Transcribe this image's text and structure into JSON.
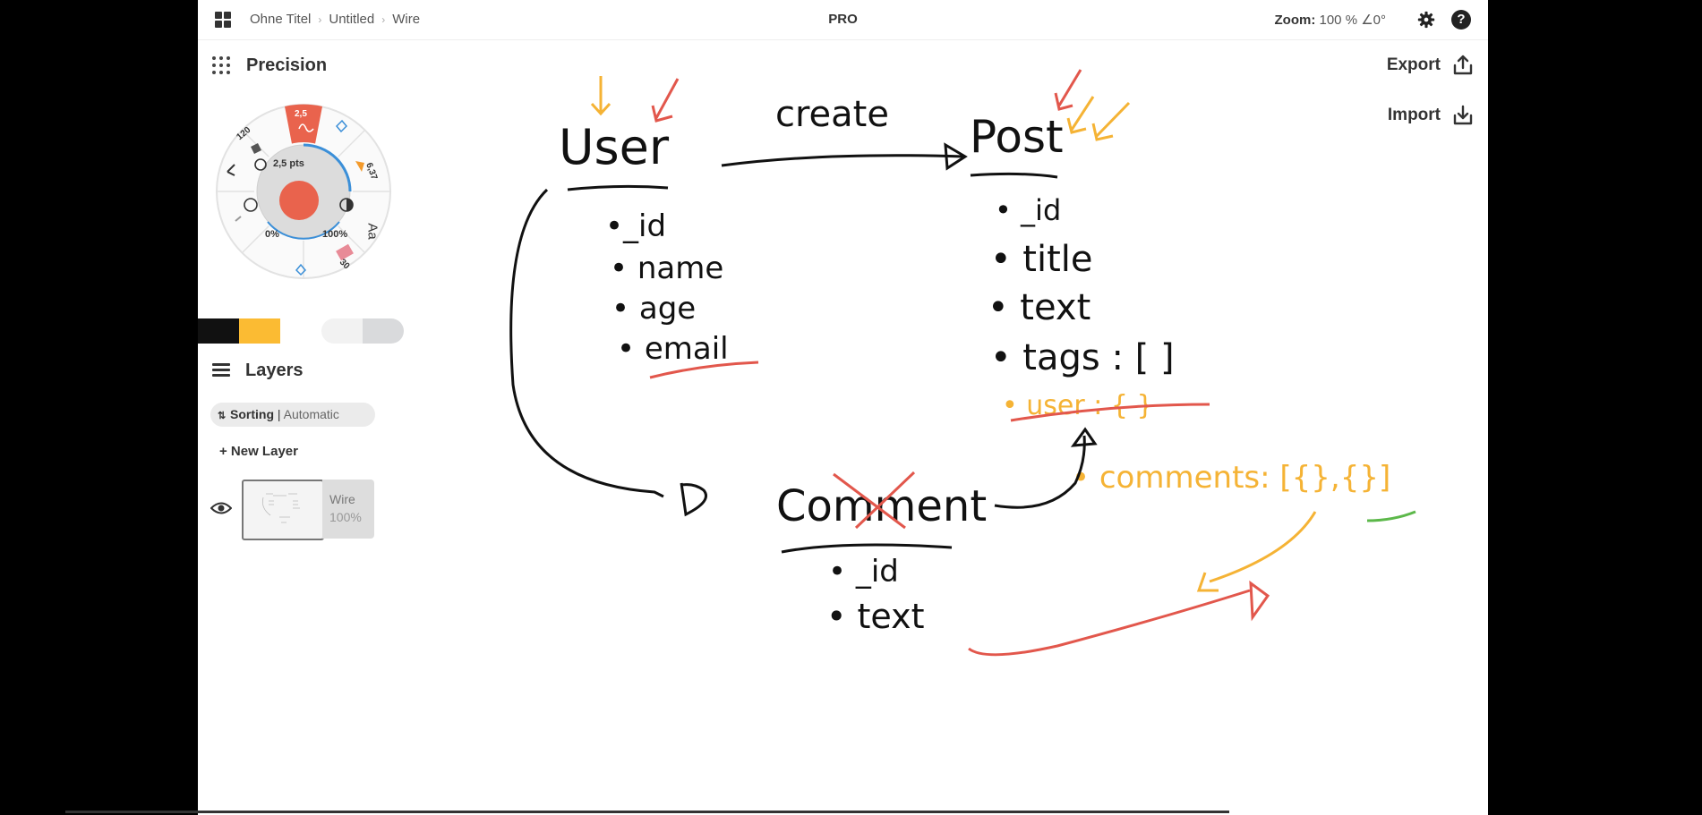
{
  "topbar": {
    "breadcrumbs": [
      "Ohne Titel",
      "Untitled",
      "Wire"
    ],
    "center_label": "PRO",
    "zoom_label": "Zoom:",
    "zoom_value": "100 % ∠0°"
  },
  "panel": {
    "precision_label": "Precision",
    "wheel": {
      "top_size": "2,5",
      "left_size": "120",
      "right_size": "6,37",
      "bottom_size": "30",
      "brush_size": "2,5 pts",
      "opacity_min": "0%",
      "opacity_max": "100%",
      "text_tool_label": "Aa",
      "active_color": "#e9634d"
    },
    "swatches": [
      "#111111",
      "#fbbb33",
      "#f2f2f2",
      "#d9dadc"
    ],
    "layers_label": "Layers",
    "sorting_label": "Sorting",
    "sorting_mode": "Automatic",
    "new_layer_label": "+ New Layer",
    "layer": {
      "name": "Wire",
      "opacity": "100%"
    }
  },
  "actions": {
    "export_label": "Export",
    "import_label": "Import"
  },
  "sketch": {
    "user_title": "User",
    "user_fields": [
      "•_id",
      "• name",
      "• age",
      "• email"
    ],
    "create_label": "create",
    "post_title": "Post",
    "post_fields": [
      "• _id",
      "• title",
      "• text",
      "• tags : [ ]"
    ],
    "post_user_struck": "• user : { }",
    "post_comments": "• comments: [{},{}]",
    "comment_title": "Comment",
    "comment_fields": [
      "• _id",
      "• text"
    ]
  },
  "colors": {
    "ink": "#111111",
    "red": "#e2574c",
    "orange": "#f5b335",
    "green": "#5cb84a"
  }
}
